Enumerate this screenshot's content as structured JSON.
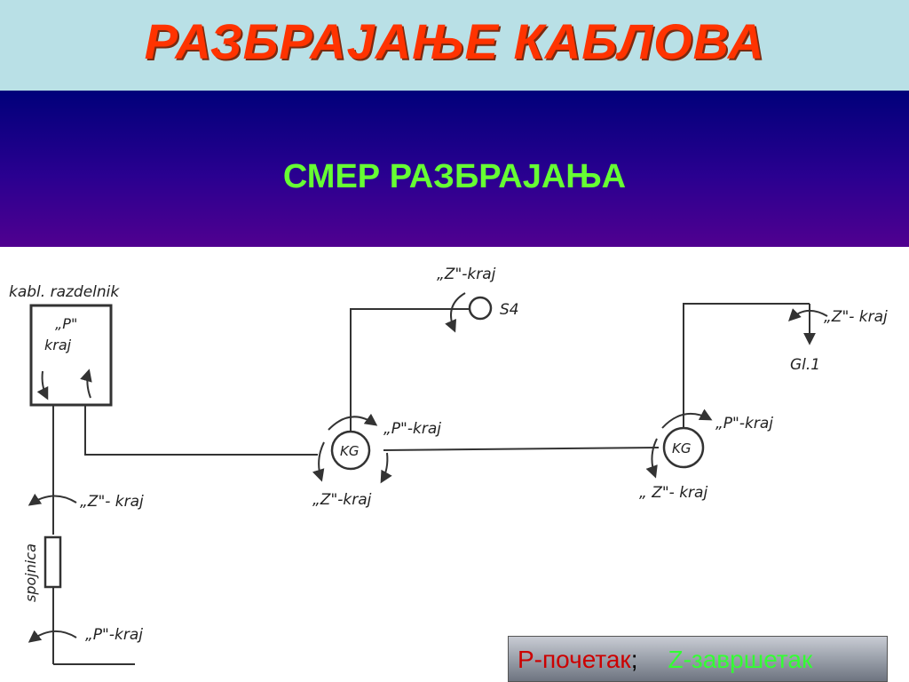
{
  "header": {
    "title": "РАЗБРАЈАЊЕ КАБЛОВА",
    "subtitle": "СМЕР РАЗБРАЈАЊА"
  },
  "diagram": {
    "labels": {
      "distributor": "kabl. razdelnik",
      "p_top": "„P\"",
      "kraj_box": "kraj",
      "z_top": "„Z\"-kraj",
      "s4": "S4",
      "z_gl": "„Z\"- kraj",
      "gl1": "Gl.1",
      "kg1_p": "„P\"-kraj",
      "kg1_name": "KG",
      "kg1_z": "„Z\"-kraj",
      "kg2_p": "„P\"-kraj",
      "kg2_name": "KG",
      "kg2_z": "„ Z\"- kraj",
      "left_z": "„Z\"- kraj",
      "splice": "spojnica",
      "left_p": "„P\"-kraj"
    }
  },
  "legend": {
    "p_text": "P-почетак",
    "separator": ";",
    "z_text": "Z-завршетак"
  },
  "colors": {
    "title": "#ff3300",
    "subtitle": "#66ff33",
    "legend_p": "#cc0000",
    "legend_z": "#33ff33"
  }
}
